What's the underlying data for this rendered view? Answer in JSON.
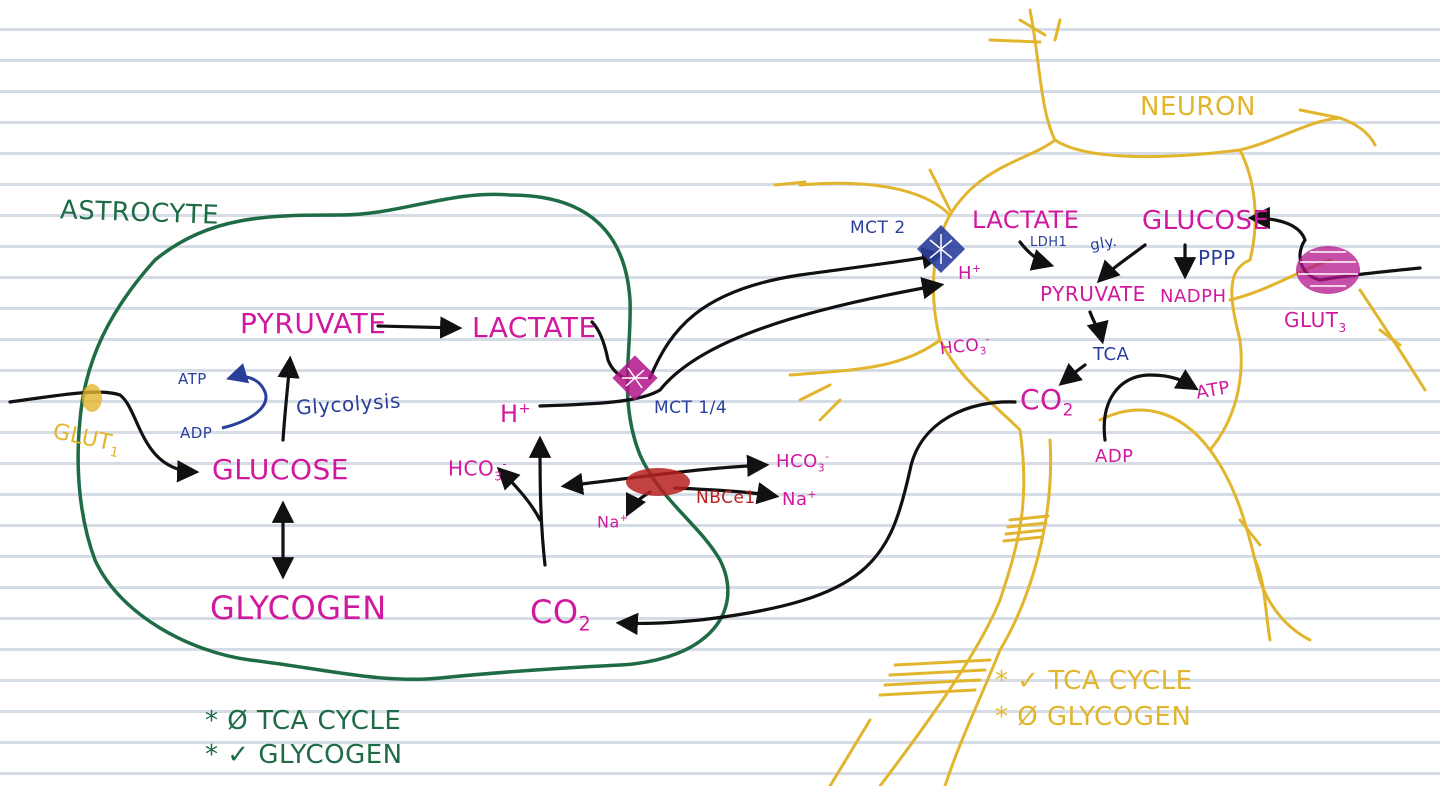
{
  "colors": {
    "astrocyte": "#1e6b46",
    "neuron": "#e2b52e",
    "metabolite": "#d0199e",
    "energy": "#2a3f9c",
    "exchanger": "#b72020",
    "arrow": "#111111",
    "rule_line": "#d6dce6"
  },
  "astrocyte": {
    "title": "ASTROCYTE",
    "glut": "GLUT",
    "glut_sub": "1",
    "pyruvate": "PYRUVATE",
    "lactate": "LACTATE",
    "atp": "ATP",
    "adp": "ADP",
    "glycolysis": "Glycolysis",
    "glucose": "GLUCOSE",
    "glycogen": "GLYCOGEN",
    "h_plus": "H",
    "h_plus_sup": "+",
    "hco3": "HCO",
    "hco3_sub": "3",
    "hco3_sup": "-",
    "co2": "CO",
    "co2_sub": "2",
    "na_in": "Na",
    "na_in_sup": "+",
    "mct": "MCT 1/4",
    "nbce": "NBCe1",
    "hco3_out": "HCO",
    "hco3_out_sub": "3",
    "hco3_out_sup": "-",
    "na_out": "Na",
    "na_out_sup": "+",
    "note_tca": "* Ø TCA CYCLE",
    "note_glycogen": "* ✓ GLYCOGEN"
  },
  "neuron": {
    "title": "NEURON",
    "mct": "MCT 2",
    "lactate": "LACTATE",
    "h_plus": "H",
    "h_plus_sup": "+",
    "hco3": "HCO",
    "hco3_sub": "3",
    "hco3_sup": "-",
    "ldh": "LDH1",
    "gly": "gly.",
    "glucose": "GLUCOSE",
    "ppp": "PPP",
    "pyruvate": "PYRUVATE",
    "nadph": "NADPH",
    "tca": "TCA",
    "co2": "CO",
    "co2_sub": "2",
    "atp": "ATP",
    "adp": "ADP",
    "glut": "GLUT",
    "glut_sub": "3",
    "note_tca": "* ✓ TCA CYCLE",
    "note_glycogen": "* Ø GLYCOGEN"
  }
}
